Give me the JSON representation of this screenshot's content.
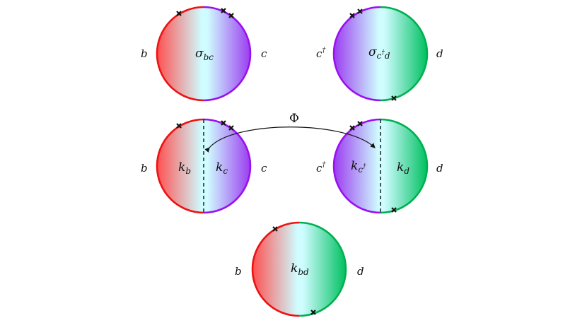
{
  "colors": {
    "b": "#ee1111",
    "c": "#9911ee",
    "d": "#00b050",
    "center": "#cffcff",
    "ink": "#111111"
  },
  "circles": [
    {
      "id": "sigma-bc",
      "label": {
        "main": "σ",
        "sub": "bc",
        "sup": ""
      },
      "left_label": {
        "main": "b",
        "sup": ""
      },
      "right_label": {
        "main": "c",
        "sup": ""
      },
      "left_color_key": "b",
      "right_color_key": "c",
      "split_line": false
    },
    {
      "id": "sigma-cdag-d",
      "label": {
        "main": "σ",
        "sub": "c",
        "sup": "†",
        "sub2": "d"
      },
      "left_label": {
        "main": "c",
        "sup": "†"
      },
      "right_label": {
        "main": "d",
        "sup": ""
      },
      "left_color_key": "c",
      "right_color_key": "d",
      "split_line": false
    },
    {
      "id": "k-b-k-c",
      "left_half_label": {
        "main": "k",
        "sub": "b"
      },
      "right_half_label": {
        "main": "k",
        "sub": "c"
      },
      "left_label": {
        "main": "b",
        "sup": ""
      },
      "right_label": {
        "main": "c",
        "sup": ""
      },
      "left_color_key": "b",
      "right_color_key": "c",
      "split_line": true
    },
    {
      "id": "k-cdag-k-d",
      "left_half_label": {
        "main": "k",
        "sub": "c",
        "sup": "†"
      },
      "right_half_label": {
        "main": "k",
        "sub": "d"
      },
      "left_label": {
        "main": "c",
        "sup": "†"
      },
      "right_label": {
        "main": "d",
        "sup": ""
      },
      "left_color_key": "c",
      "right_color_key": "d",
      "split_line": true
    },
    {
      "id": "k-bd",
      "label": {
        "main": "k",
        "sub": "bd",
        "sup": ""
      },
      "left_label": {
        "main": "b",
        "sup": ""
      },
      "right_label": {
        "main": "d",
        "sup": ""
      },
      "left_color_key": "b",
      "right_color_key": "d",
      "split_line": false
    }
  ],
  "arrow": {
    "label": "Φ"
  }
}
